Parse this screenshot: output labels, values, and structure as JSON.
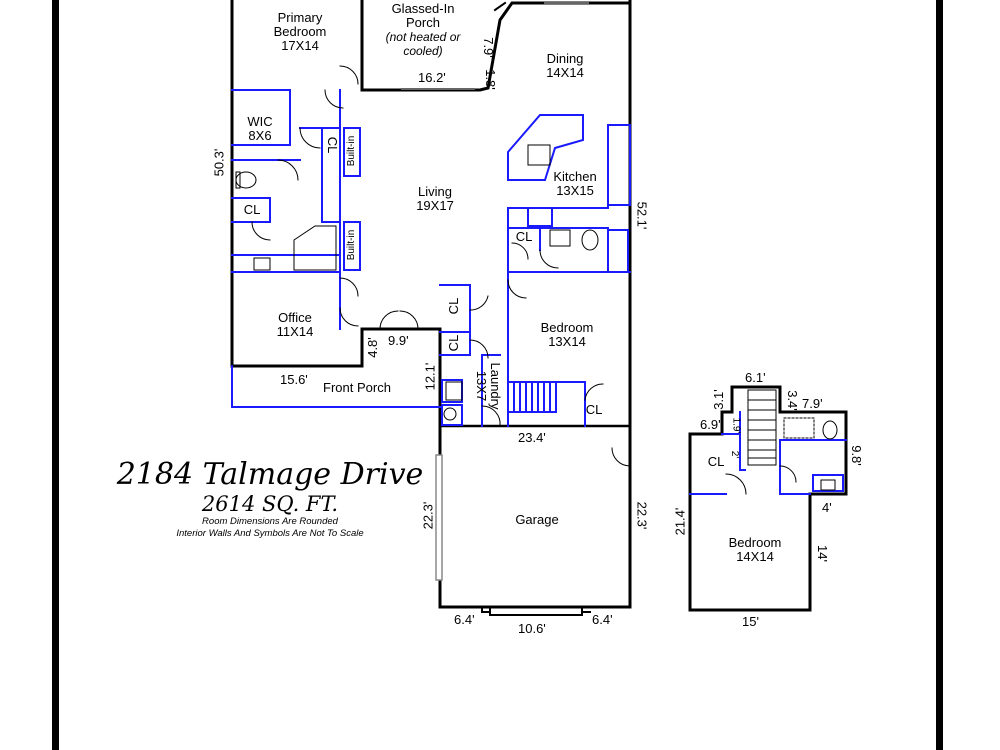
{
  "title": {
    "address": "2184 Talmage Drive",
    "sqft": "2614 SQ. FT.",
    "note_rounded": "Room Dimensions Are Rounded",
    "note_scale": "Interior Walls And Symbols Are Not To Scale"
  },
  "rooms": {
    "primary_bedroom": {
      "name_line1": "Primary",
      "name_line2": "Bedroom",
      "size": "17X14"
    },
    "glassed_porch": {
      "name_line1": "Glassed-In",
      "name_line2": "Porch",
      "note_line1": "(not heated or",
      "note_line2": "cooled)"
    },
    "dining": {
      "name": "Dining",
      "size": "14X14"
    },
    "wic": {
      "name": "WIC",
      "size": "8X6"
    },
    "kitchen": {
      "name": "Kitchen",
      "size": "13X15"
    },
    "living": {
      "name": "Living",
      "size": "19X17"
    },
    "office": {
      "name": "Office",
      "size": "11X14"
    },
    "bedroom_main": {
      "name": "Bedroom",
      "size": "13X14"
    },
    "laundry": {
      "name": "Laundry",
      "size": "13X7"
    },
    "front_porch": {
      "name": "Front Porch"
    },
    "garage": {
      "name": "Garage"
    },
    "bedroom_upper": {
      "name": "Bedroom",
      "size": "14X14"
    }
  },
  "closets": {
    "label": "CL"
  },
  "builtin": {
    "label": "Built-in"
  },
  "dimensions": {
    "d_16_2": "16.2'",
    "d_7_9_porch": "7.9'",
    "d_1_8": "1.8'",
    "d_50_3": "50.3'",
    "d_52_1": "52.1'",
    "d_9_9": "9.9'",
    "d_4_8": "4.8'",
    "d_15_6": "15.6'",
    "d_12_1": "12.1'",
    "d_23_4": "23.4'",
    "d_22_3_left": "22.3'",
    "d_22_3_right": "22.3'",
    "d_6_4_left": "6.4'",
    "d_10_6": "10.6'",
    "d_6_4_right": "6.4'",
    "d_6_1": "6.1'",
    "d_3_1": "3.1'",
    "d_3_4": "3.4'",
    "d_7_9_upper": "7.9'",
    "d_6_9": "6.9'",
    "d_1_9": "1.9'",
    "d_2": "2'",
    "d_9_8": "9.8'",
    "d_4": "4'",
    "d_21_4": "21.4'",
    "d_14": "14'",
    "d_15": "15'"
  },
  "colors": {
    "exterior_wall": "#000000",
    "interior_wall": "#1a1aff",
    "frame": "#000000"
  }
}
